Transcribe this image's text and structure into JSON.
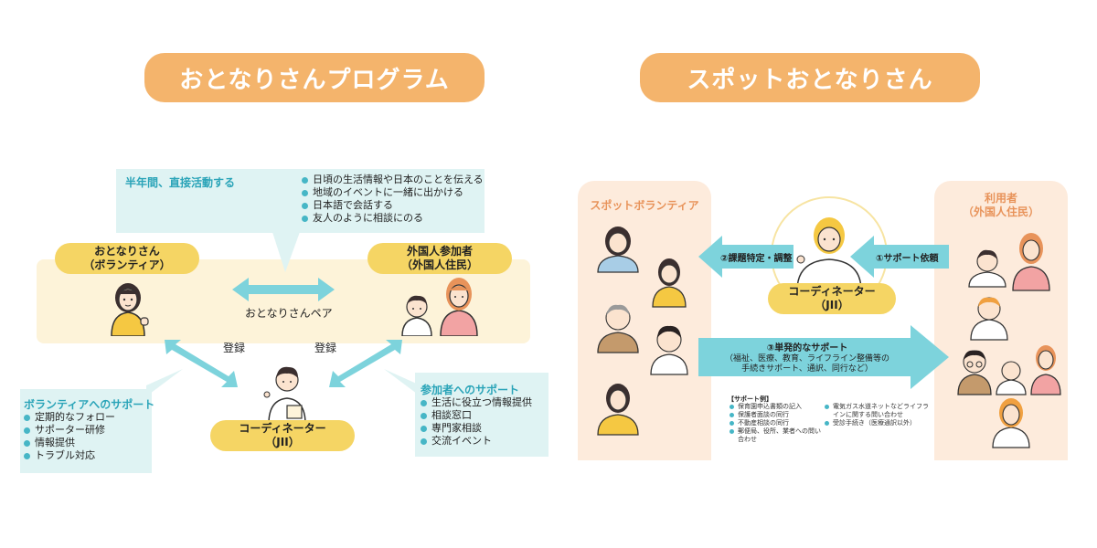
{
  "left": {
    "title": "おとなりさんプログラム",
    "info_box": {
      "heading": "半年間、直接活動する",
      "items": [
        "日頃の生活情報や日本のことを伝える",
        "地域のイベントに一緒に出かける",
        "日本語で会話する",
        "友人のように相談にのる"
      ]
    },
    "volunteer_pill": {
      "line1": "おとなりさん",
      "line2": "（ボランティア）"
    },
    "participant_pill": {
      "line1": "外国人参加者",
      "line2": "（外国人住民）"
    },
    "pair_label": "おとなりさんペア",
    "register_left": "登録",
    "register_right": "登録",
    "coordinator_pill": {
      "line1": "コーディネーター",
      "line2": "（JII）"
    },
    "volunteer_support": {
      "heading": "ボランティアへのサポート",
      "items": [
        "定期的なフォロー",
        "サポーター研修",
        "情報提供",
        "トラブル対応"
      ]
    },
    "participant_support": {
      "heading": "参加者へのサポート",
      "items": [
        "生活に役立つ情報提供",
        "相談窓口",
        "専門家相談",
        "交流イベント"
      ]
    }
  },
  "right": {
    "title": "スポットおとなりさん",
    "spot_volunteer": "スポットボランティア",
    "users": {
      "line1": "利用者",
      "line2": "（外国人住民）"
    },
    "arrow_request": "①サポート依頼",
    "arrow_identify": "②課題特定・調整",
    "coordinator_pill": {
      "line1": "コーディネーター",
      "line2": "（JII）"
    },
    "arrow_support": {
      "heading": "③単発的なサポート",
      "line1": "（福祉、医療、教育、ライフライン整備等の",
      "line2": "手続きサポート、通訳、同行など）"
    },
    "examples": {
      "heading": "【サポート例】",
      "col1": [
        "保育園申込書類の記入",
        "保護者面談の同行",
        "不動産相談の同行",
        "郵便局、役所、業者への問い合わせ"
      ],
      "col2": [
        "電気ガス水道ネットなどライフラインに関する問い合わせ",
        "受診手続き（医療通訳以外）"
      ]
    }
  },
  "colors": {
    "orange": "#f4b46c",
    "yellow": "#f5d564",
    "cyan": "#7dd3dc",
    "light_cyan": "#dff3f3",
    "peach": "#fdebdc"
  }
}
